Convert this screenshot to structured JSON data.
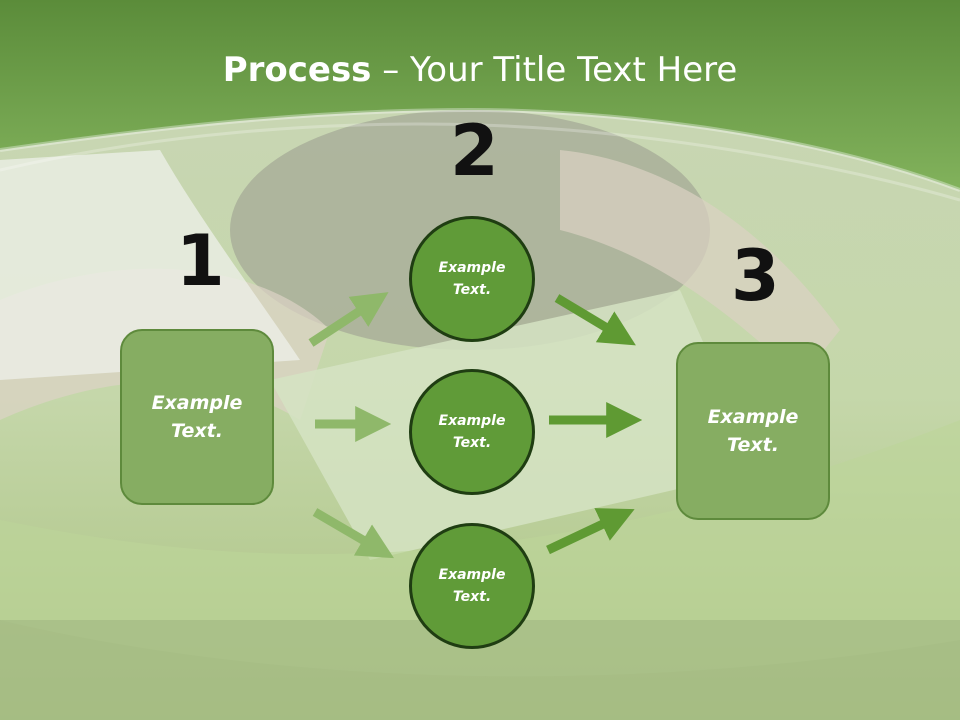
{
  "title": {
    "bold": "Process",
    "rest": " – Your Title Text Here"
  },
  "steps": {
    "one": "1",
    "two": "2",
    "three": "3"
  },
  "left_box": {
    "text": "Example Text."
  },
  "right_box": {
    "text": "Example Text."
  },
  "circles": [
    {
      "text": "Example Text."
    },
    {
      "text": "Example Text."
    },
    {
      "text": "Example Text."
    }
  ],
  "colors": {
    "header": "#6a9a44",
    "box_fill": "#86ad62",
    "circle_fill": "#609b38",
    "arrow_light": "#8fb86a",
    "arrow_dark": "#5f9a33"
  }
}
